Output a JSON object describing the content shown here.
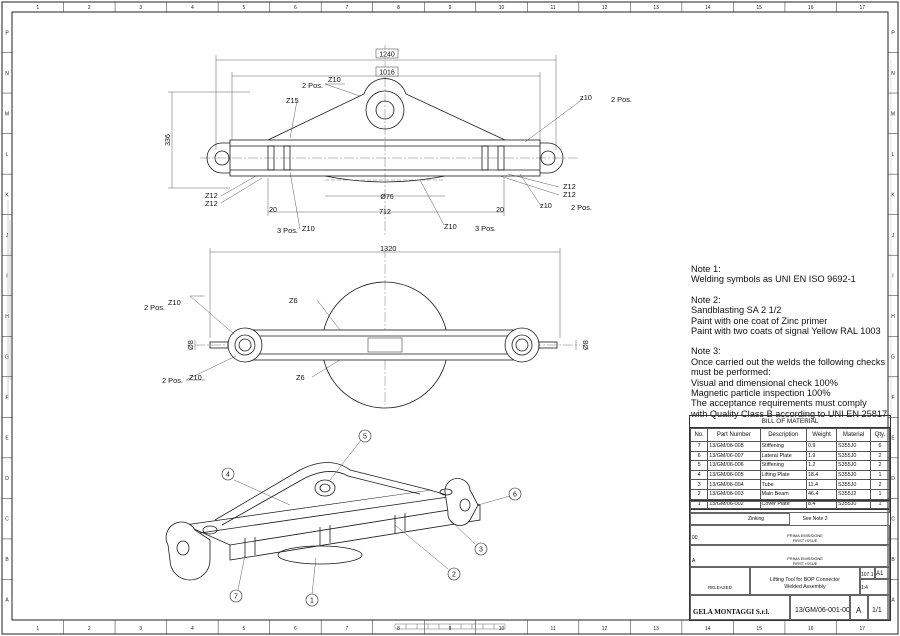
{
  "sheet": {
    "columns": [
      "1",
      "2",
      "3",
      "4",
      "5",
      "6",
      "7",
      "8",
      "9",
      "10",
      "11",
      "12",
      "13",
      "14",
      "15",
      "16",
      "17"
    ],
    "rows": [
      "P",
      "N",
      "M",
      "L",
      "K",
      "J",
      "I",
      "H",
      "G",
      "F",
      "E",
      "D",
      "C",
      "B",
      "A"
    ]
  },
  "top_view": {
    "dim_overall": "1240",
    "dim_inner": "1016",
    "dim_height": "336",
    "dim_tube": "Ø76",
    "dim_span": "712",
    "dim_left_offset": "20",
    "dim_right_offset": "20",
    "welds": [
      {
        "id": "z10-top-left",
        "text": "Z10",
        "qty": "2 Pos."
      },
      {
        "id": "z15",
        "text": "Z15",
        "qty": ""
      },
      {
        "id": "z10-top-right",
        "text": "z10",
        "qty": "2 Pos."
      },
      {
        "id": "z12-a",
        "text": "Z12",
        "qty": ""
      },
      {
        "id": "z12-b",
        "text": "Z12",
        "qty": ""
      },
      {
        "id": "z12-c",
        "text": "Z12",
        "qty": ""
      },
      {
        "id": "z12-d",
        "text": "Z12",
        "qty": ""
      },
      {
        "id": "z10-bottom-right",
        "text": "z10",
        "qty": "2 Pos."
      },
      {
        "id": "z10-bottom-left",
        "text": "Z10",
        "qty": "3 Pos."
      },
      {
        "id": "z10-bottom-mid",
        "text": "Z10",
        "qty": "3 Pos."
      }
    ]
  },
  "side_view": {
    "dim_overall": "1320",
    "dim_left_pin": "Ø8",
    "dim_right_pin": "Ø8",
    "welds": [
      {
        "id": "sv-z10-top",
        "text": "Z10",
        "qty": "2 Pos."
      },
      {
        "id": "sv-z6-top",
        "text": "Z6",
        "qty": ""
      },
      {
        "id": "sv-z10-bottom",
        "text": "Z10",
        "qty": "2 Pos."
      },
      {
        "id": "sv-z6-bottom",
        "text": "Z6",
        "qty": ""
      }
    ]
  },
  "iso_view": {
    "balloons": [
      "1",
      "2",
      "3",
      "4",
      "5",
      "6",
      "7"
    ]
  },
  "notes": [
    {
      "title": "Note 1:",
      "lines": [
        "Welding symbols as UNI EN ISO 9692-1"
      ]
    },
    {
      "title": "Note 2:",
      "lines": [
        "Sandblasting SA 2 1/2",
        "Paint with one coat of Zinc primer",
        "Paint with two coats of signal Yellow RAL 1003"
      ]
    },
    {
      "title": "Note 3:",
      "lines": [
        "Once carried out the welds the following checks",
        "must be performed:",
        "Visual and dimensional check 100%",
        "Magnetic particle inspection 100%",
        "The acceptance requirements must comply",
        "with Quality Class B according to UNI EN 25817"
      ]
    }
  ],
  "bom": {
    "title": "BILL OF MATERIAL",
    "headers": [
      "No.",
      "Part Number",
      "Description",
      "Weight",
      "Material",
      "Qty."
    ],
    "rows": [
      [
        "7",
        "13/GM/06-008",
        "Stiffening",
        "0.9",
        "S355J0",
        "6"
      ],
      [
        "6",
        "13/GM/06-007",
        "Lateral Plate",
        "1.9",
        "S355J0",
        "2"
      ],
      [
        "5",
        "13/GM/06-006",
        "Stiffening",
        "1.2",
        "S355J0",
        "2"
      ],
      [
        "4",
        "13/GM/06-005",
        "Lifting Plate",
        "18.4",
        "S355J0",
        "1"
      ],
      [
        "3",
        "13/GM/06-004",
        "Tube",
        "11.4",
        "S355J0",
        "2"
      ],
      [
        "2",
        "13/GM/06-003",
        "Main Beam",
        "46.4",
        "S355J2",
        "1"
      ],
      [
        "1",
        "13/GM/06-002",
        "Cover Plate",
        "8.4",
        "S355J0",
        "1"
      ]
    ]
  },
  "title_block": {
    "treatment": "Zinking",
    "finish": "See Note 2",
    "rev_00_text": "PRIMA EMISSIONE",
    "rev_00_sub": "FIRST ISSUE",
    "rev_00": "00",
    "rev_a": "A",
    "rev_a_text": "PRIMA EMISSIONE",
    "rev_a_sub": "FIRST ISSUE",
    "status": "RELEASED",
    "description_1": "Lifting Tool for BOP Connector",
    "description_2": "Welded Assembly",
    "weight": "107.1",
    "format": "A1",
    "scale": "1:4",
    "company": "GELA MONTAGGI S.r.l.",
    "drawing_number": "13/GM/06-001-00",
    "revision": "A",
    "sheet": "1/1"
  },
  "colors": {
    "line": "#1a1a1a",
    "dim": "#333333",
    "center": "#555555",
    "paper": "#ffffff"
  }
}
